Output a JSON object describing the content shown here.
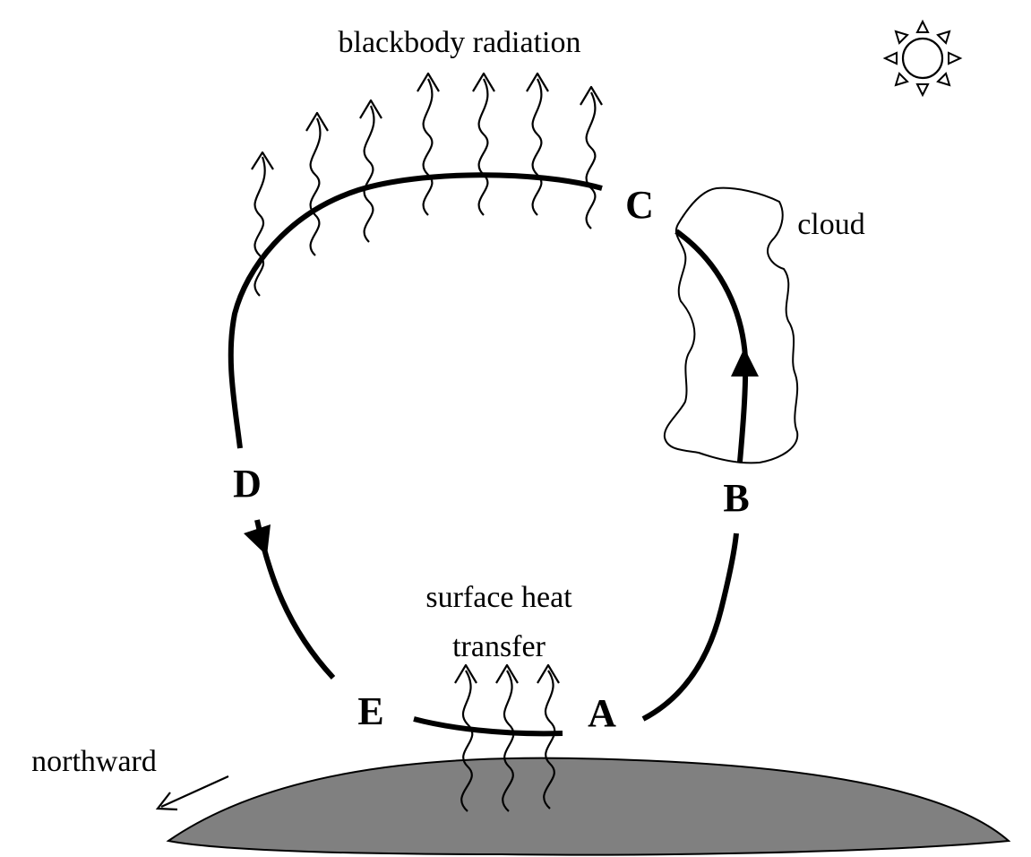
{
  "labels": {
    "blackbody": "blackbody radiation",
    "cloud": "cloud",
    "surface_heat_line1": "surface heat",
    "surface_heat_line2": "transfer",
    "northward": "northward",
    "point_a": "A",
    "point_b": "B",
    "point_c": "C",
    "point_d": "D",
    "point_e": "E"
  },
  "icons": {
    "sun": "sun-icon"
  },
  "colors": {
    "ground": "#808080",
    "ink": "#000000",
    "background": "#ffffff"
  }
}
